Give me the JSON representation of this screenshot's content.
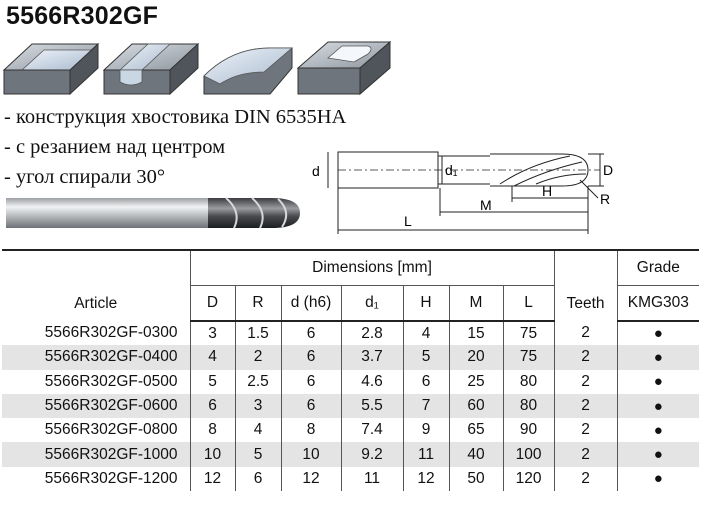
{
  "title": "5566R302GF",
  "features": [
    "- конструкция хвостовика DIN 6535HA",
    "- с резанием над центром",
    "- угол спирали 30°"
  ],
  "drawing_labels": {
    "d": "d",
    "d1": "d₁",
    "D": "D",
    "R": "R",
    "H": "H",
    "M": "M",
    "L": "L"
  },
  "table": {
    "group_header": "Dimensions [mm]",
    "grade_header": "Grade",
    "article_header": "Article",
    "teeth_header": "Teeth",
    "grade_name": "KMG303",
    "columns": [
      "D",
      "R",
      "d (h6)",
      "d₁",
      "H",
      "M",
      "L"
    ],
    "rows": [
      {
        "article": "5566R302GF-0300",
        "D": "3",
        "R": "1.5",
        "d": "6",
        "d1": "2.8",
        "H": "4",
        "M": "15",
        "L": "75",
        "teeth": "2",
        "grade": "●"
      },
      {
        "article": "5566R302GF-0400",
        "D": "4",
        "R": "2",
        "d": "6",
        "d1": "3.7",
        "H": "5",
        "M": "20",
        "L": "75",
        "teeth": "2",
        "grade": "●"
      },
      {
        "article": "5566R302GF-0500",
        "D": "5",
        "R": "2.5",
        "d": "6",
        "d1": "4.6",
        "H": "6",
        "M": "25",
        "L": "80",
        "teeth": "2",
        "grade": "●"
      },
      {
        "article": "5566R302GF-0600",
        "D": "6",
        "R": "3",
        "d": "6",
        "d1": "5.5",
        "H": "7",
        "M": "60",
        "L": "80",
        "teeth": "2",
        "grade": "●"
      },
      {
        "article": "5566R302GF-0800",
        "D": "8",
        "R": "4",
        "d": "8",
        "d1": "7.4",
        "H": "9",
        "M": "65",
        "L": "90",
        "teeth": "2",
        "grade": "●"
      },
      {
        "article": "5566R302GF-1000",
        "D": "10",
        "R": "5",
        "d": "10",
        "d1": "9.2",
        "H": "11",
        "M": "40",
        "L": "100",
        "teeth": "2",
        "grade": "●"
      },
      {
        "article": "5566R302GF-1200",
        "D": "12",
        "R": "6",
        "d": "12",
        "d1": "11",
        "H": "12",
        "M": "50",
        "L": "120",
        "teeth": "2",
        "grade": "●"
      }
    ]
  }
}
